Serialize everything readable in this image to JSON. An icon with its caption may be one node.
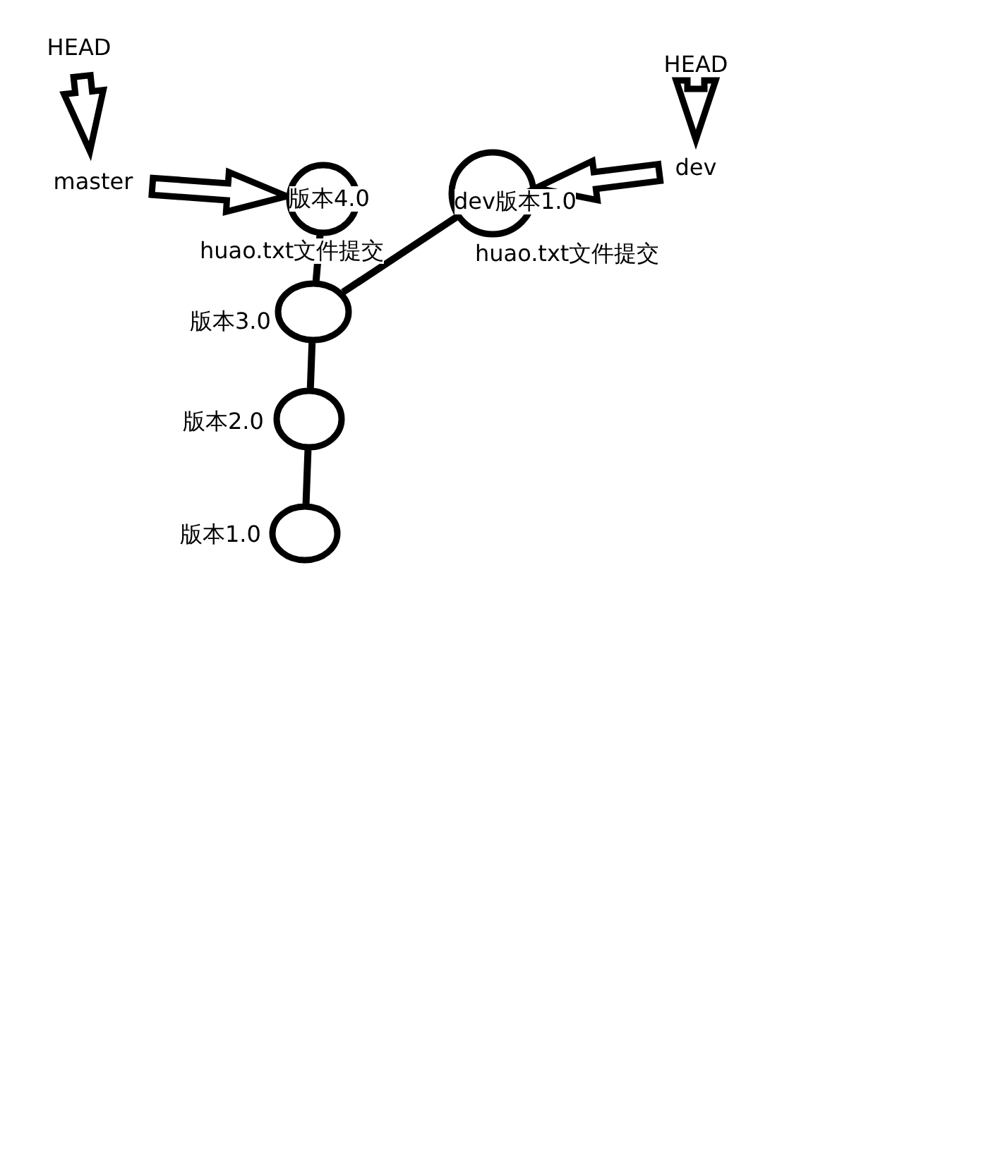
{
  "diagram": {
    "nodes": [
      {
        "text": [
          "HEAD"
        ]
      },
      {
        "text": [
          "master"
        ]
      },
      {
        "text": [
          "版本4.0"
        ],
        "beside": [
          "huao.txt文件提交"
        ]
      },
      {
        "text": [
          "HEAD"
        ]
      },
      {
        "text": [
          "dev"
        ]
      },
      {
        "text": [
          "dev版本1.0"
        ],
        "beside": [
          "huao.txt文件提交"
        ]
      },
      {
        "text": [],
        "shape": "circle",
        "beside": [
          "版本3.0"
        ]
      },
      {
        "text": [],
        "shape": "circle",
        "beside": [
          "版本2.0"
        ]
      },
      {
        "text": [],
        "shape": "circle",
        "beside": [
          "版本1.0"
        ]
      }
    ],
    "edges": [
      {
        "from": 0,
        "to": 1,
        "arrow": "to"
      },
      {
        "from": 1,
        "to": 2,
        "arrow": "to"
      },
      {
        "from": 3,
        "to": 4,
        "arrow": "to"
      },
      {
        "from": 4,
        "to": 5,
        "arrow": "to"
      },
      {
        "from": 2,
        "to": 6,
        "arrow": "none"
      },
      {
        "from": 5,
        "to": 6,
        "arrow": "none"
      },
      {
        "from": 6,
        "to": 7,
        "arrow": "none"
      },
      {
        "from": 7,
        "to": 8,
        "arrow": "none"
      }
    ]
  }
}
